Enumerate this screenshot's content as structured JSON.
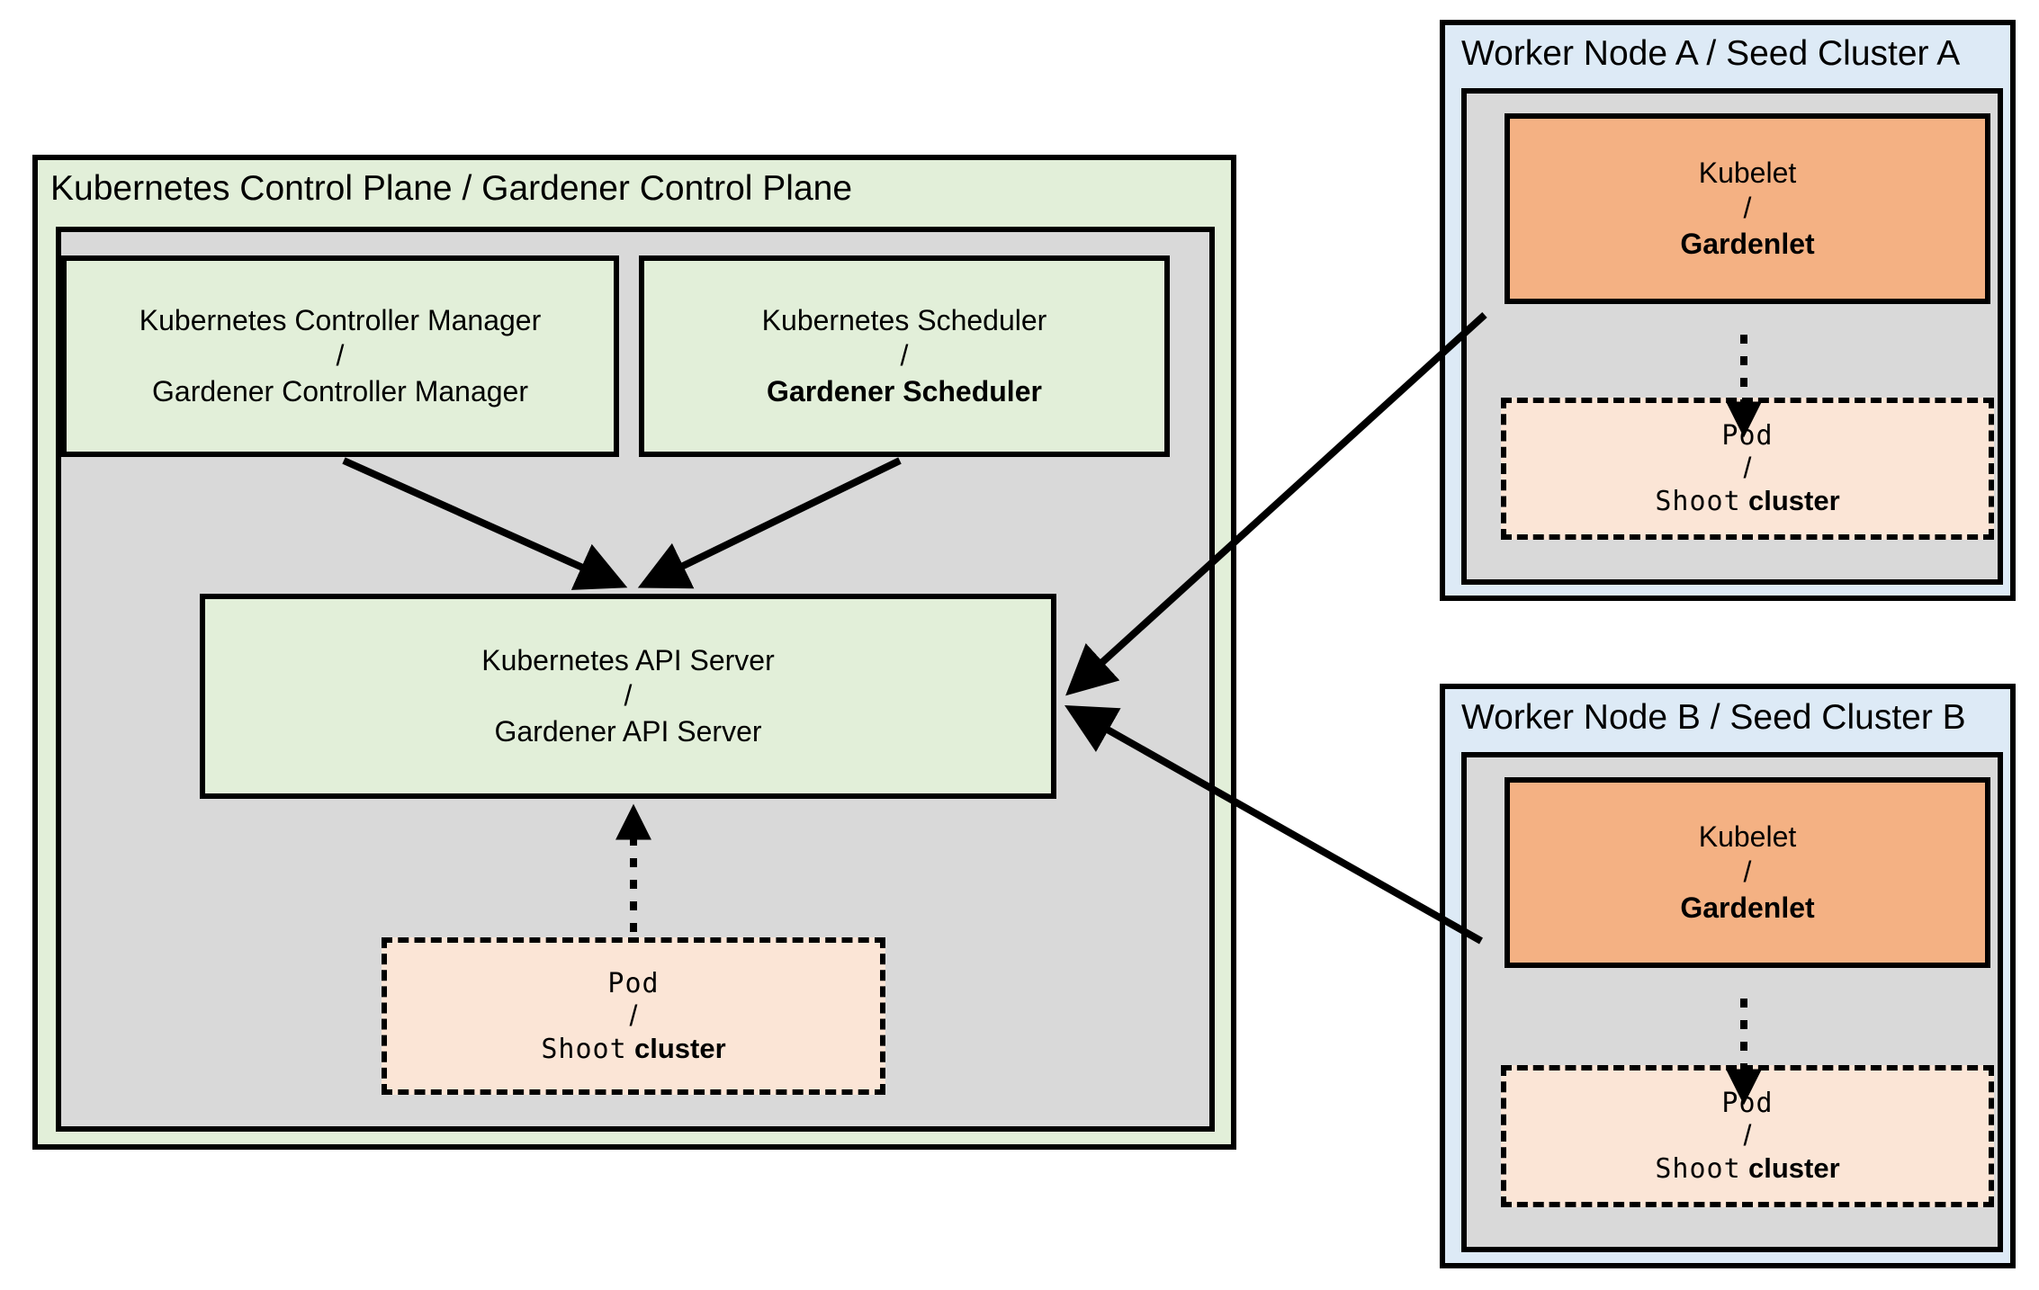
{
  "control_plane": {
    "title": "Kubernetes Control Plane / Gardener Control Plane",
    "fill": "#e2efd9",
    "inner_fill": "#d9d9d9",
    "components": [
      {
        "name": "controller-manager",
        "line1": "Kubernetes Controller Manager",
        "separator": "/",
        "line2": "Gardener Controller Manager",
        "line2_bold": false
      },
      {
        "name": "scheduler",
        "line1": "Kubernetes Scheduler",
        "separator": "/",
        "line2": "Gardener Scheduler",
        "line2_bold": true
      },
      {
        "name": "api-server",
        "line1": "Kubernetes API Server",
        "separator": "/",
        "line2": "Gardener API Server",
        "line2_bold": false
      }
    ],
    "pod": {
      "line1": "Pod",
      "separator": "/",
      "line2_mono": "Shoot",
      "line2_bold": "cluster",
      "fill": "#fbe5d6"
    }
  },
  "workers": [
    {
      "id": "a",
      "title": "Worker Node A / Seed Cluster A",
      "fill": "#ddeaf6",
      "inner_fill": "#d9d9d9",
      "kubelet": {
        "line1": "Kubelet",
        "separator": "/",
        "line2": "Gardenlet",
        "fill": "#f4b183"
      },
      "pod": {
        "line1": "Pod",
        "separator": "/",
        "line2_mono": "Shoot",
        "line2_bold": "cluster",
        "fill": "#fbe5d6"
      }
    },
    {
      "id": "b",
      "title": "Worker Node B / Seed Cluster B",
      "fill": "#ddeaf6",
      "inner_fill": "#d9d9d9",
      "kubelet": {
        "line1": "Kubelet",
        "separator": "/",
        "line2": "Gardenlet",
        "fill": "#f4b183"
      },
      "pod": {
        "line1": "Pod",
        "separator": "/",
        "line2_mono": "Shoot",
        "line2_bold": "cluster",
        "fill": "#fbe5d6"
      }
    }
  ],
  "connectors": [
    {
      "name": "controller-manager-to-api-server",
      "style": "solid-arrow"
    },
    {
      "name": "scheduler-to-api-server",
      "style": "solid-arrow"
    },
    {
      "name": "cp-pod-to-api-server",
      "style": "dotted-arrow"
    },
    {
      "name": "gardenlet-a-to-api-server",
      "style": "solid-arrow"
    },
    {
      "name": "gardenlet-b-to-api-server",
      "style": "solid-arrow"
    },
    {
      "name": "gardenlet-a-to-pod-a",
      "style": "dotted-arrow"
    },
    {
      "name": "gardenlet-b-to-pod-b",
      "style": "dotted-arrow"
    }
  ],
  "colors": {
    "green": "#e2efd9",
    "gray": "#d9d9d9",
    "blue": "#ddeaf6",
    "orange": "#f4b183",
    "peach": "#fbe5d6",
    "stroke": "#000000"
  }
}
